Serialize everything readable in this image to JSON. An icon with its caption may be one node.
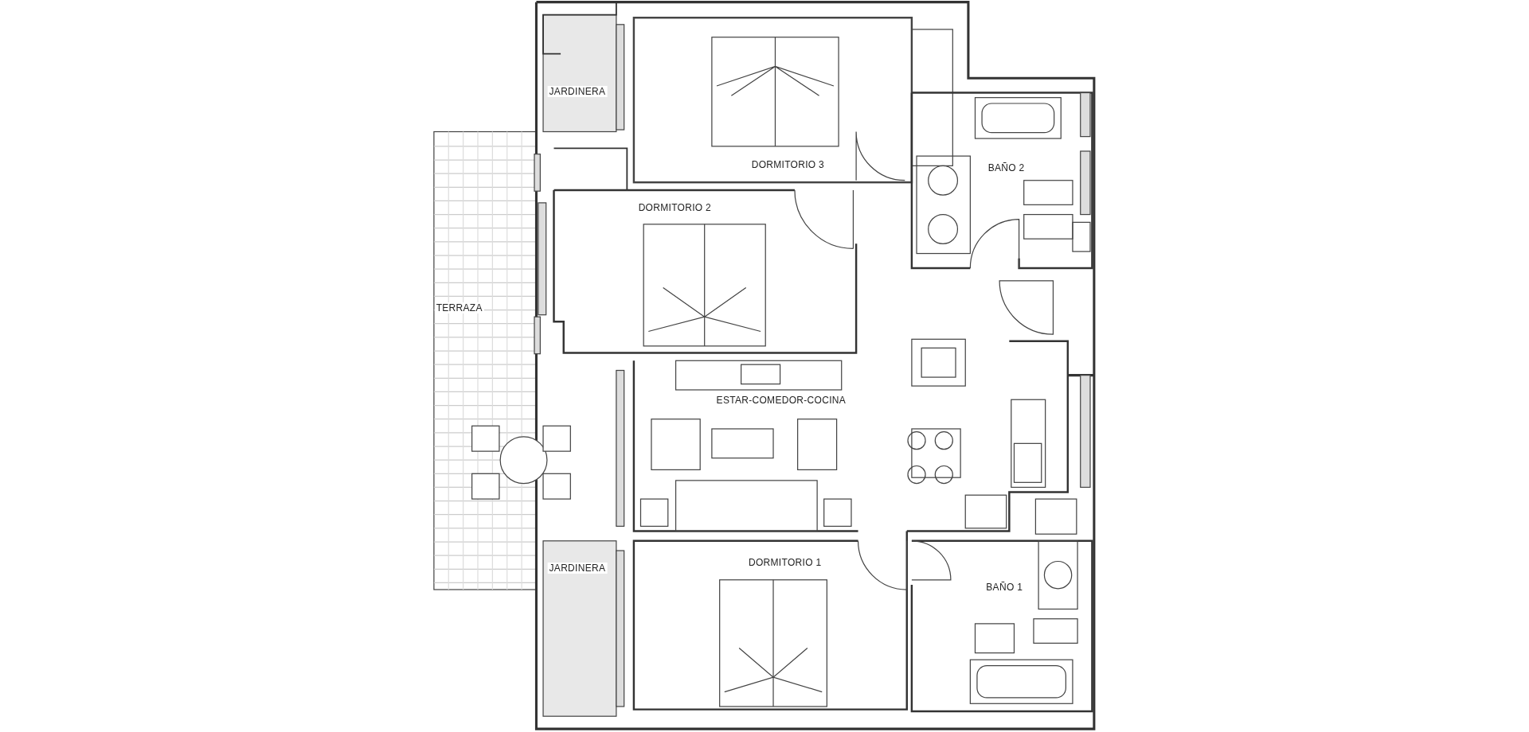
{
  "diagram": {
    "labels": [
      "JARDINERA",
      "DORMITORIO 3",
      "BAÑO 2",
      "DORMITORIO 2",
      "TERRAZA",
      "ESTAR-COMEDOR-COCINA",
      "JARDINERA",
      "DORMITORIO 1",
      "BAÑO 1"
    ]
  }
}
